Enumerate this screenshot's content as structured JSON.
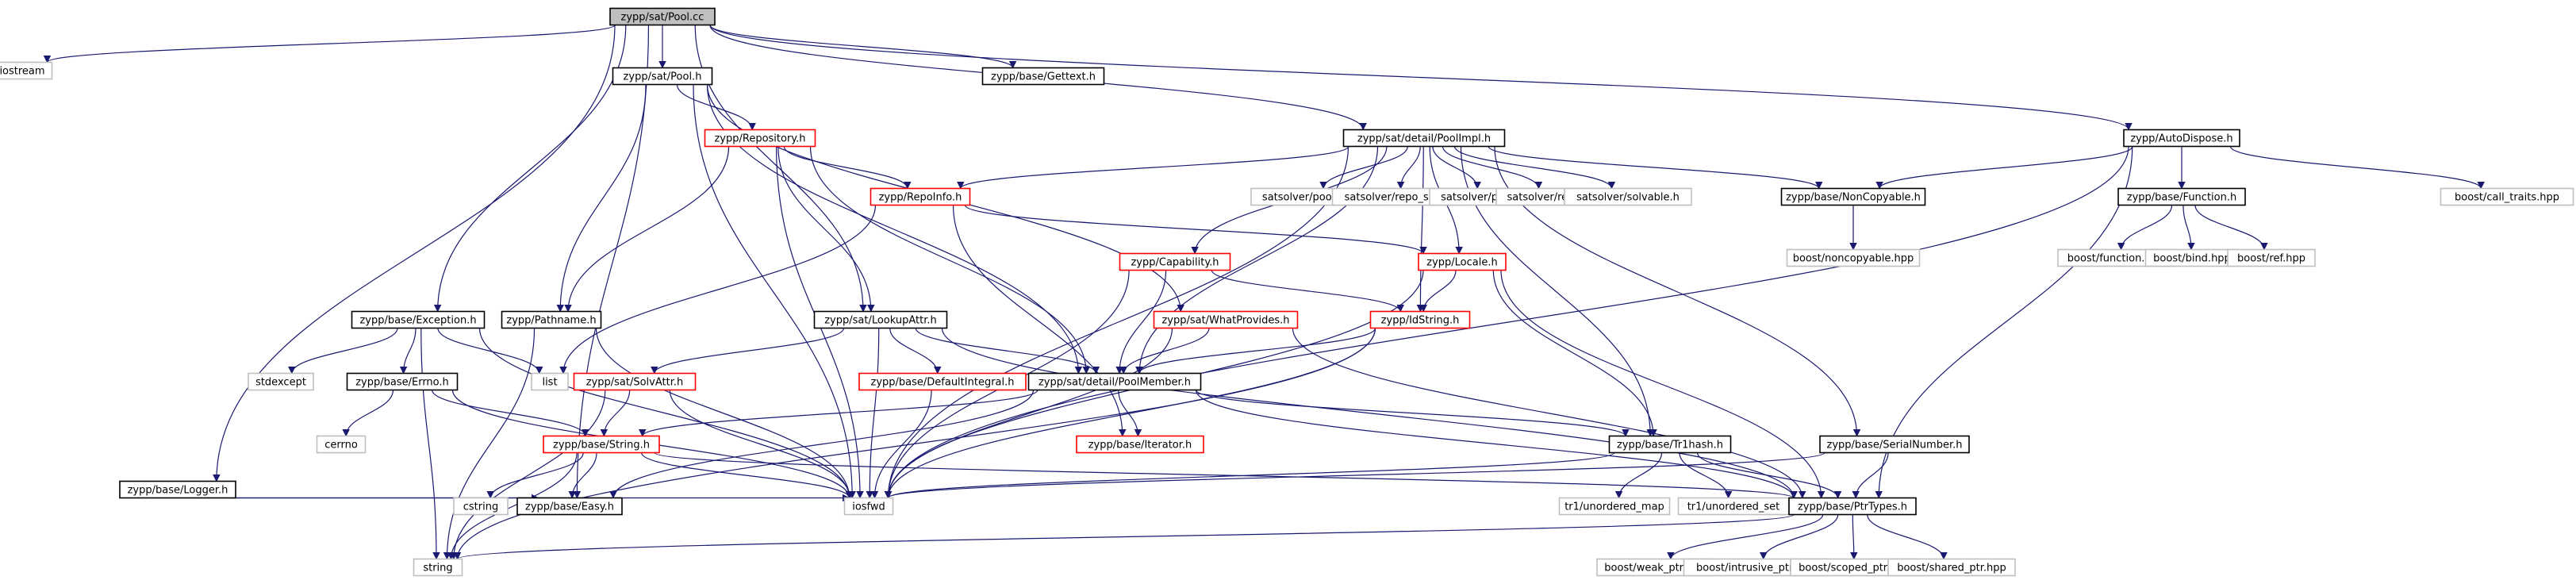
{
  "colors": {
    "edge": "#191970",
    "border_plain": "#000000",
    "border_truncated": "#ff0000",
    "border_external": "#bfbfbf",
    "fill_root": "#bfbfbf",
    "fill_default": "#ffffff"
  },
  "nodes": [
    {
      "id": "pool_cc",
      "label": "zypp/sat/Pool.cc",
      "kind": "root"
    },
    {
      "id": "iostream",
      "label": "iostream",
      "kind": "external"
    },
    {
      "id": "pool_h",
      "label": "zypp/sat/Pool.h",
      "kind": "plain"
    },
    {
      "id": "gettext",
      "label": "zypp/base/Gettext.h",
      "kind": "plain"
    },
    {
      "id": "poolimpl",
      "label": "zypp/sat/detail/PoolImpl.h",
      "kind": "plain"
    },
    {
      "id": "autodispose",
      "label": "zypp/AutoDispose.h",
      "kind": "plain"
    },
    {
      "id": "repository",
      "label": "zypp/Repository.h",
      "kind": "truncated"
    },
    {
      "id": "repoinfo",
      "label": "zypp/RepoInfo.h",
      "kind": "truncated"
    },
    {
      "id": "poolarch",
      "label": "satsolver/poolarch.h",
      "kind": "external"
    },
    {
      "id": "repo_solv",
      "label": "satsolver/repo_solv.h",
      "kind": "external"
    },
    {
      "id": "sat_pool",
      "label": "satsolver/pool.h",
      "kind": "external"
    },
    {
      "id": "sat_repo",
      "label": "satsolver/repo.h",
      "kind": "external"
    },
    {
      "id": "solvable",
      "label": "satsolver/solvable.h",
      "kind": "external"
    },
    {
      "id": "noncopyable",
      "label": "zypp/base/NonCopyable.h",
      "kind": "plain"
    },
    {
      "id": "function",
      "label": "zypp/base/Function.h",
      "kind": "plain"
    },
    {
      "id": "call_traits",
      "label": "boost/call_traits.hpp",
      "kind": "external"
    },
    {
      "id": "b_noncopyable",
      "label": "boost/noncopyable.hpp",
      "kind": "external"
    },
    {
      "id": "b_function",
      "label": "boost/function.hpp",
      "kind": "external"
    },
    {
      "id": "b_bind",
      "label": "boost/bind.hpp",
      "kind": "external"
    },
    {
      "id": "b_ref",
      "label": "boost/ref.hpp",
      "kind": "external"
    },
    {
      "id": "capability",
      "label": "zypp/Capability.h",
      "kind": "truncated"
    },
    {
      "id": "locale",
      "label": "zypp/Locale.h",
      "kind": "truncated"
    },
    {
      "id": "exception",
      "label": "zypp/base/Exception.h",
      "kind": "plain"
    },
    {
      "id": "pathname",
      "label": "zypp/Pathname.h",
      "kind": "plain"
    },
    {
      "id": "lookupattr",
      "label": "zypp/sat/LookupAttr.h",
      "kind": "plain"
    },
    {
      "id": "whatprovides",
      "label": "zypp/sat/WhatProvides.h",
      "kind": "truncated"
    },
    {
      "id": "idstring",
      "label": "zypp/IdString.h",
      "kind": "truncated"
    },
    {
      "id": "stdexcept",
      "label": "stdexcept",
      "kind": "external"
    },
    {
      "id": "list",
      "label": "list",
      "kind": "external"
    },
    {
      "id": "errno",
      "label": "zypp/base/Errno.h",
      "kind": "plain"
    },
    {
      "id": "solvattr",
      "label": "zypp/sat/SolvAttr.h",
      "kind": "truncated"
    },
    {
      "id": "defaultintegral",
      "label": "zypp/base/DefaultIntegral.h",
      "kind": "truncated"
    },
    {
      "id": "poolmember",
      "label": "zypp/sat/detail/PoolMember.h",
      "kind": "plain"
    },
    {
      "id": "cerrno",
      "label": "cerrno",
      "kind": "external"
    },
    {
      "id": "iterator",
      "label": "zypp/base/Iterator.h",
      "kind": "truncated"
    },
    {
      "id": "logger",
      "label": "zypp/base/Logger.h",
      "kind": "plain"
    },
    {
      "id": "string_h",
      "label": "zypp/base/String.h",
      "kind": "truncated"
    },
    {
      "id": "tr1hash",
      "label": "zypp/base/Tr1hash.h",
      "kind": "plain"
    },
    {
      "id": "serialnumber",
      "label": "zypp/base/SerialNumber.h",
      "kind": "plain"
    },
    {
      "id": "cstring",
      "label": "cstring",
      "kind": "external"
    },
    {
      "id": "easy",
      "label": "zypp/base/Easy.h",
      "kind": "plain"
    },
    {
      "id": "iosfwd",
      "label": "iosfwd",
      "kind": "external"
    },
    {
      "id": "unordered_map",
      "label": "tr1/unordered_map",
      "kind": "external"
    },
    {
      "id": "unordered_set",
      "label": "tr1/unordered_set",
      "kind": "external"
    },
    {
      "id": "ptrtypes",
      "label": "zypp/base/PtrTypes.h",
      "kind": "plain"
    },
    {
      "id": "string",
      "label": "string",
      "kind": "external"
    },
    {
      "id": "weak_ptr",
      "label": "boost/weak_ptr.hpp",
      "kind": "external"
    },
    {
      "id": "intrusive_ptr",
      "label": "boost/intrusive_ptr.hpp",
      "kind": "external"
    },
    {
      "id": "scoped_ptr",
      "label": "boost/scoped_ptr.hpp",
      "kind": "external"
    },
    {
      "id": "shared_ptr",
      "label": "boost/shared_ptr.hpp",
      "kind": "external"
    }
  ],
  "edges": [
    [
      "pool_cc",
      "iostream"
    ],
    [
      "pool_cc",
      "pool_h"
    ],
    [
      "pool_cc",
      "gettext"
    ],
    [
      "pool_cc",
      "poolimpl"
    ],
    [
      "pool_cc",
      "autodispose"
    ],
    [
      "pool_cc",
      "exception"
    ],
    [
      "pool_cc",
      "logger"
    ],
    [
      "pool_cc",
      "easy"
    ],
    [
      "pool_cc",
      "lookupattr"
    ],
    [
      "pool_h",
      "repository"
    ],
    [
      "pool_h",
      "pathname"
    ],
    [
      "pool_h",
      "whatprovides"
    ],
    [
      "pool_h",
      "poolmember"
    ],
    [
      "pool_h",
      "iosfwd"
    ],
    [
      "repository",
      "repoinfo"
    ],
    [
      "repository",
      "pathname"
    ],
    [
      "repository",
      "lookupattr"
    ],
    [
      "repository",
      "poolmember"
    ],
    [
      "repository",
      "iosfwd"
    ],
    [
      "repoinfo",
      "list"
    ],
    [
      "repoinfo",
      "locale"
    ],
    [
      "repoinfo",
      "iterator"
    ],
    [
      "poolimpl",
      "repoinfo"
    ],
    [
      "poolimpl",
      "poolarch"
    ],
    [
      "poolimpl",
      "repo_solv"
    ],
    [
      "poolimpl",
      "sat_pool"
    ],
    [
      "poolimpl",
      "sat_repo"
    ],
    [
      "poolimpl",
      "solvable"
    ],
    [
      "poolimpl",
      "noncopyable"
    ],
    [
      "poolimpl",
      "capability"
    ],
    [
      "poolimpl",
      "locale"
    ],
    [
      "poolimpl",
      "idstring"
    ],
    [
      "poolimpl",
      "poolmember"
    ],
    [
      "poolimpl",
      "serialnumber"
    ],
    [
      "poolimpl",
      "tr1hash"
    ],
    [
      "poolimpl",
      "iosfwd"
    ],
    [
      "autodispose",
      "noncopyable"
    ],
    [
      "autodispose",
      "function"
    ],
    [
      "autodispose",
      "call_traits"
    ],
    [
      "autodispose",
      "ptrtypes"
    ],
    [
      "autodispose",
      "iosfwd"
    ],
    [
      "noncopyable",
      "b_noncopyable"
    ],
    [
      "function",
      "b_function"
    ],
    [
      "function",
      "b_bind"
    ],
    [
      "function",
      "b_ref"
    ],
    [
      "capability",
      "idstring"
    ],
    [
      "capability",
      "poolmember"
    ],
    [
      "capability",
      "iosfwd"
    ],
    [
      "locale",
      "idstring"
    ],
    [
      "locale",
      "tr1hash"
    ],
    [
      "locale",
      "ptrtypes"
    ],
    [
      "locale",
      "iosfwd"
    ],
    [
      "exception",
      "stdexcept"
    ],
    [
      "exception",
      "list"
    ],
    [
      "exception",
      "errno"
    ],
    [
      "exception",
      "iosfwd"
    ],
    [
      "exception",
      "string"
    ],
    [
      "pathname",
      "string"
    ],
    [
      "pathname",
      "iosfwd"
    ],
    [
      "lookupattr",
      "solvattr"
    ],
    [
      "lookupattr",
      "defaultintegral"
    ],
    [
      "lookupattr",
      "poolmember"
    ],
    [
      "lookupattr",
      "ptrtypes"
    ],
    [
      "lookupattr",
      "iosfwd"
    ],
    [
      "whatprovides",
      "poolmember"
    ],
    [
      "whatprovides",
      "ptrtypes"
    ],
    [
      "whatprovides",
      "iosfwd"
    ],
    [
      "idstring",
      "poolmember"
    ],
    [
      "idstring",
      "iosfwd"
    ],
    [
      "idstring",
      "string"
    ],
    [
      "errno",
      "cerrno"
    ],
    [
      "errno",
      "string_h"
    ],
    [
      "errno",
      "iosfwd"
    ],
    [
      "solvattr",
      "string_h"
    ],
    [
      "solvattr",
      "string"
    ],
    [
      "solvattr",
      "iosfwd"
    ],
    [
      "defaultintegral",
      "iosfwd"
    ],
    [
      "poolmember",
      "iterator"
    ],
    [
      "poolmember",
      "easy"
    ],
    [
      "poolmember",
      "tr1hash"
    ],
    [
      "poolmember",
      "string_h"
    ],
    [
      "poolmember",
      "ptrtypes"
    ],
    [
      "logger",
      "iosfwd"
    ],
    [
      "logger",
      "easy"
    ],
    [
      "string_h",
      "cstring"
    ],
    [
      "string_h",
      "string"
    ],
    [
      "string_h",
      "iosfwd"
    ],
    [
      "string_h",
      "easy"
    ],
    [
      "string_h",
      "ptrtypes"
    ],
    [
      "tr1hash",
      "unordered_map"
    ],
    [
      "tr1hash",
      "unordered_set"
    ],
    [
      "tr1hash",
      "ptrtypes"
    ],
    [
      "tr1hash",
      "iosfwd"
    ],
    [
      "serialnumber",
      "ptrtypes"
    ],
    [
      "serialnumber",
      "iosfwd"
    ],
    [
      "ptrtypes",
      "string"
    ],
    [
      "ptrtypes",
      "weak_ptr"
    ],
    [
      "ptrtypes",
      "intrusive_ptr"
    ],
    [
      "ptrtypes",
      "scoped_ptr"
    ],
    [
      "ptrtypes",
      "shared_ptr"
    ]
  ]
}
